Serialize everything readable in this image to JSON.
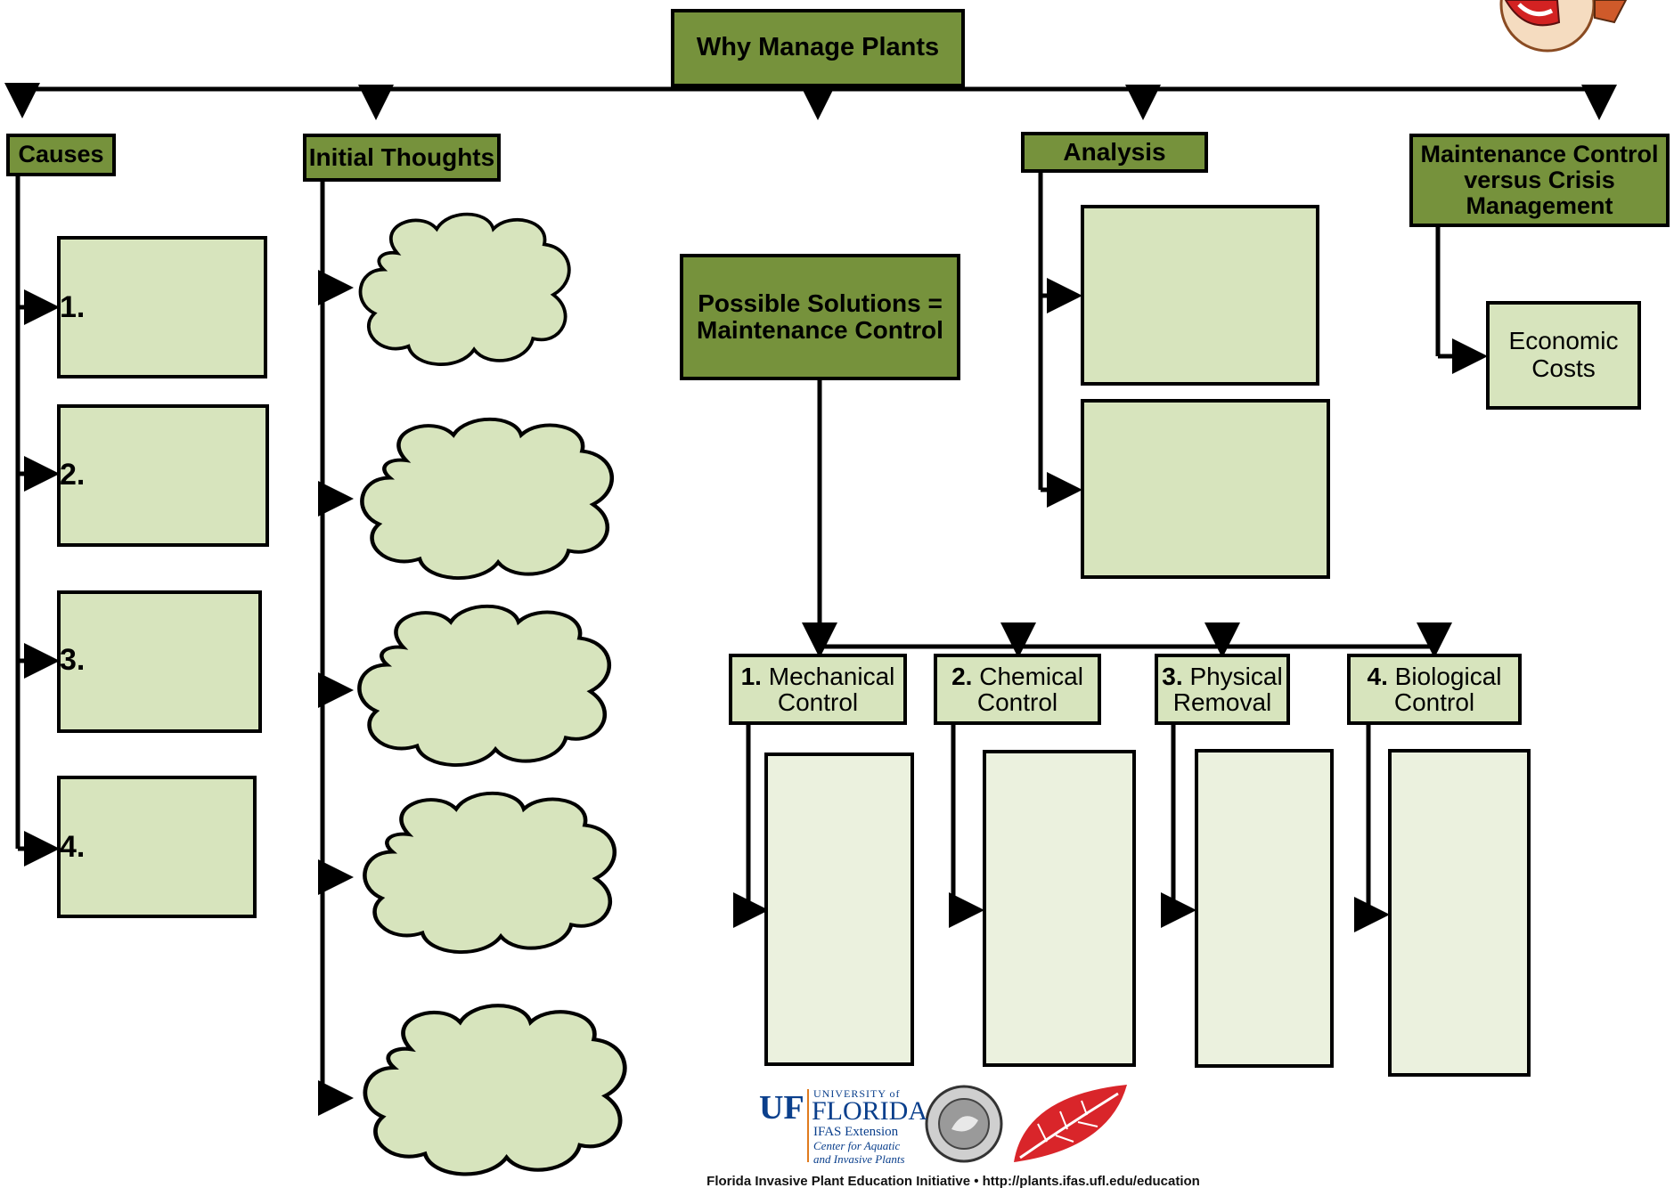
{
  "title": "Why Manage Plants",
  "branches": {
    "causes": "Causes",
    "initial_thoughts": "Initial Thoughts",
    "analysis": "Analysis",
    "maintenance": "Maintenance Control versus Crisis Management"
  },
  "possible_solutions": "Possible Solutions = Maintenance Control",
  "economic_costs": "Economic Costs",
  "cause_numbers": [
    "1.",
    "2.",
    "3.",
    "4."
  ],
  "controls": [
    {
      "num": "1.",
      "text": "Mechanical Control"
    },
    {
      "num": "2.",
      "text": "Chemical Control"
    },
    {
      "num": "3.",
      "text": "Physical Removal"
    },
    {
      "num": "4.",
      "text": "Biological Control"
    }
  ],
  "logos": {
    "uf_letters": "UF",
    "university_of": "UNIVERSITY of",
    "florida": "FLORIDA",
    "ifas_line1": "IFAS Extension",
    "ifas_line2": "Center for Aquatic",
    "ifas_line3": "and Invasive Plants"
  },
  "footer": "Florida Invasive Plant Education Initiative • http://plants.ifas.ufl.edu/education",
  "colors": {
    "dark_green": "#76923c",
    "light_green": "#d7e4bd",
    "pale_green": "#ebf1de",
    "leaf_red": "#d9252a"
  }
}
